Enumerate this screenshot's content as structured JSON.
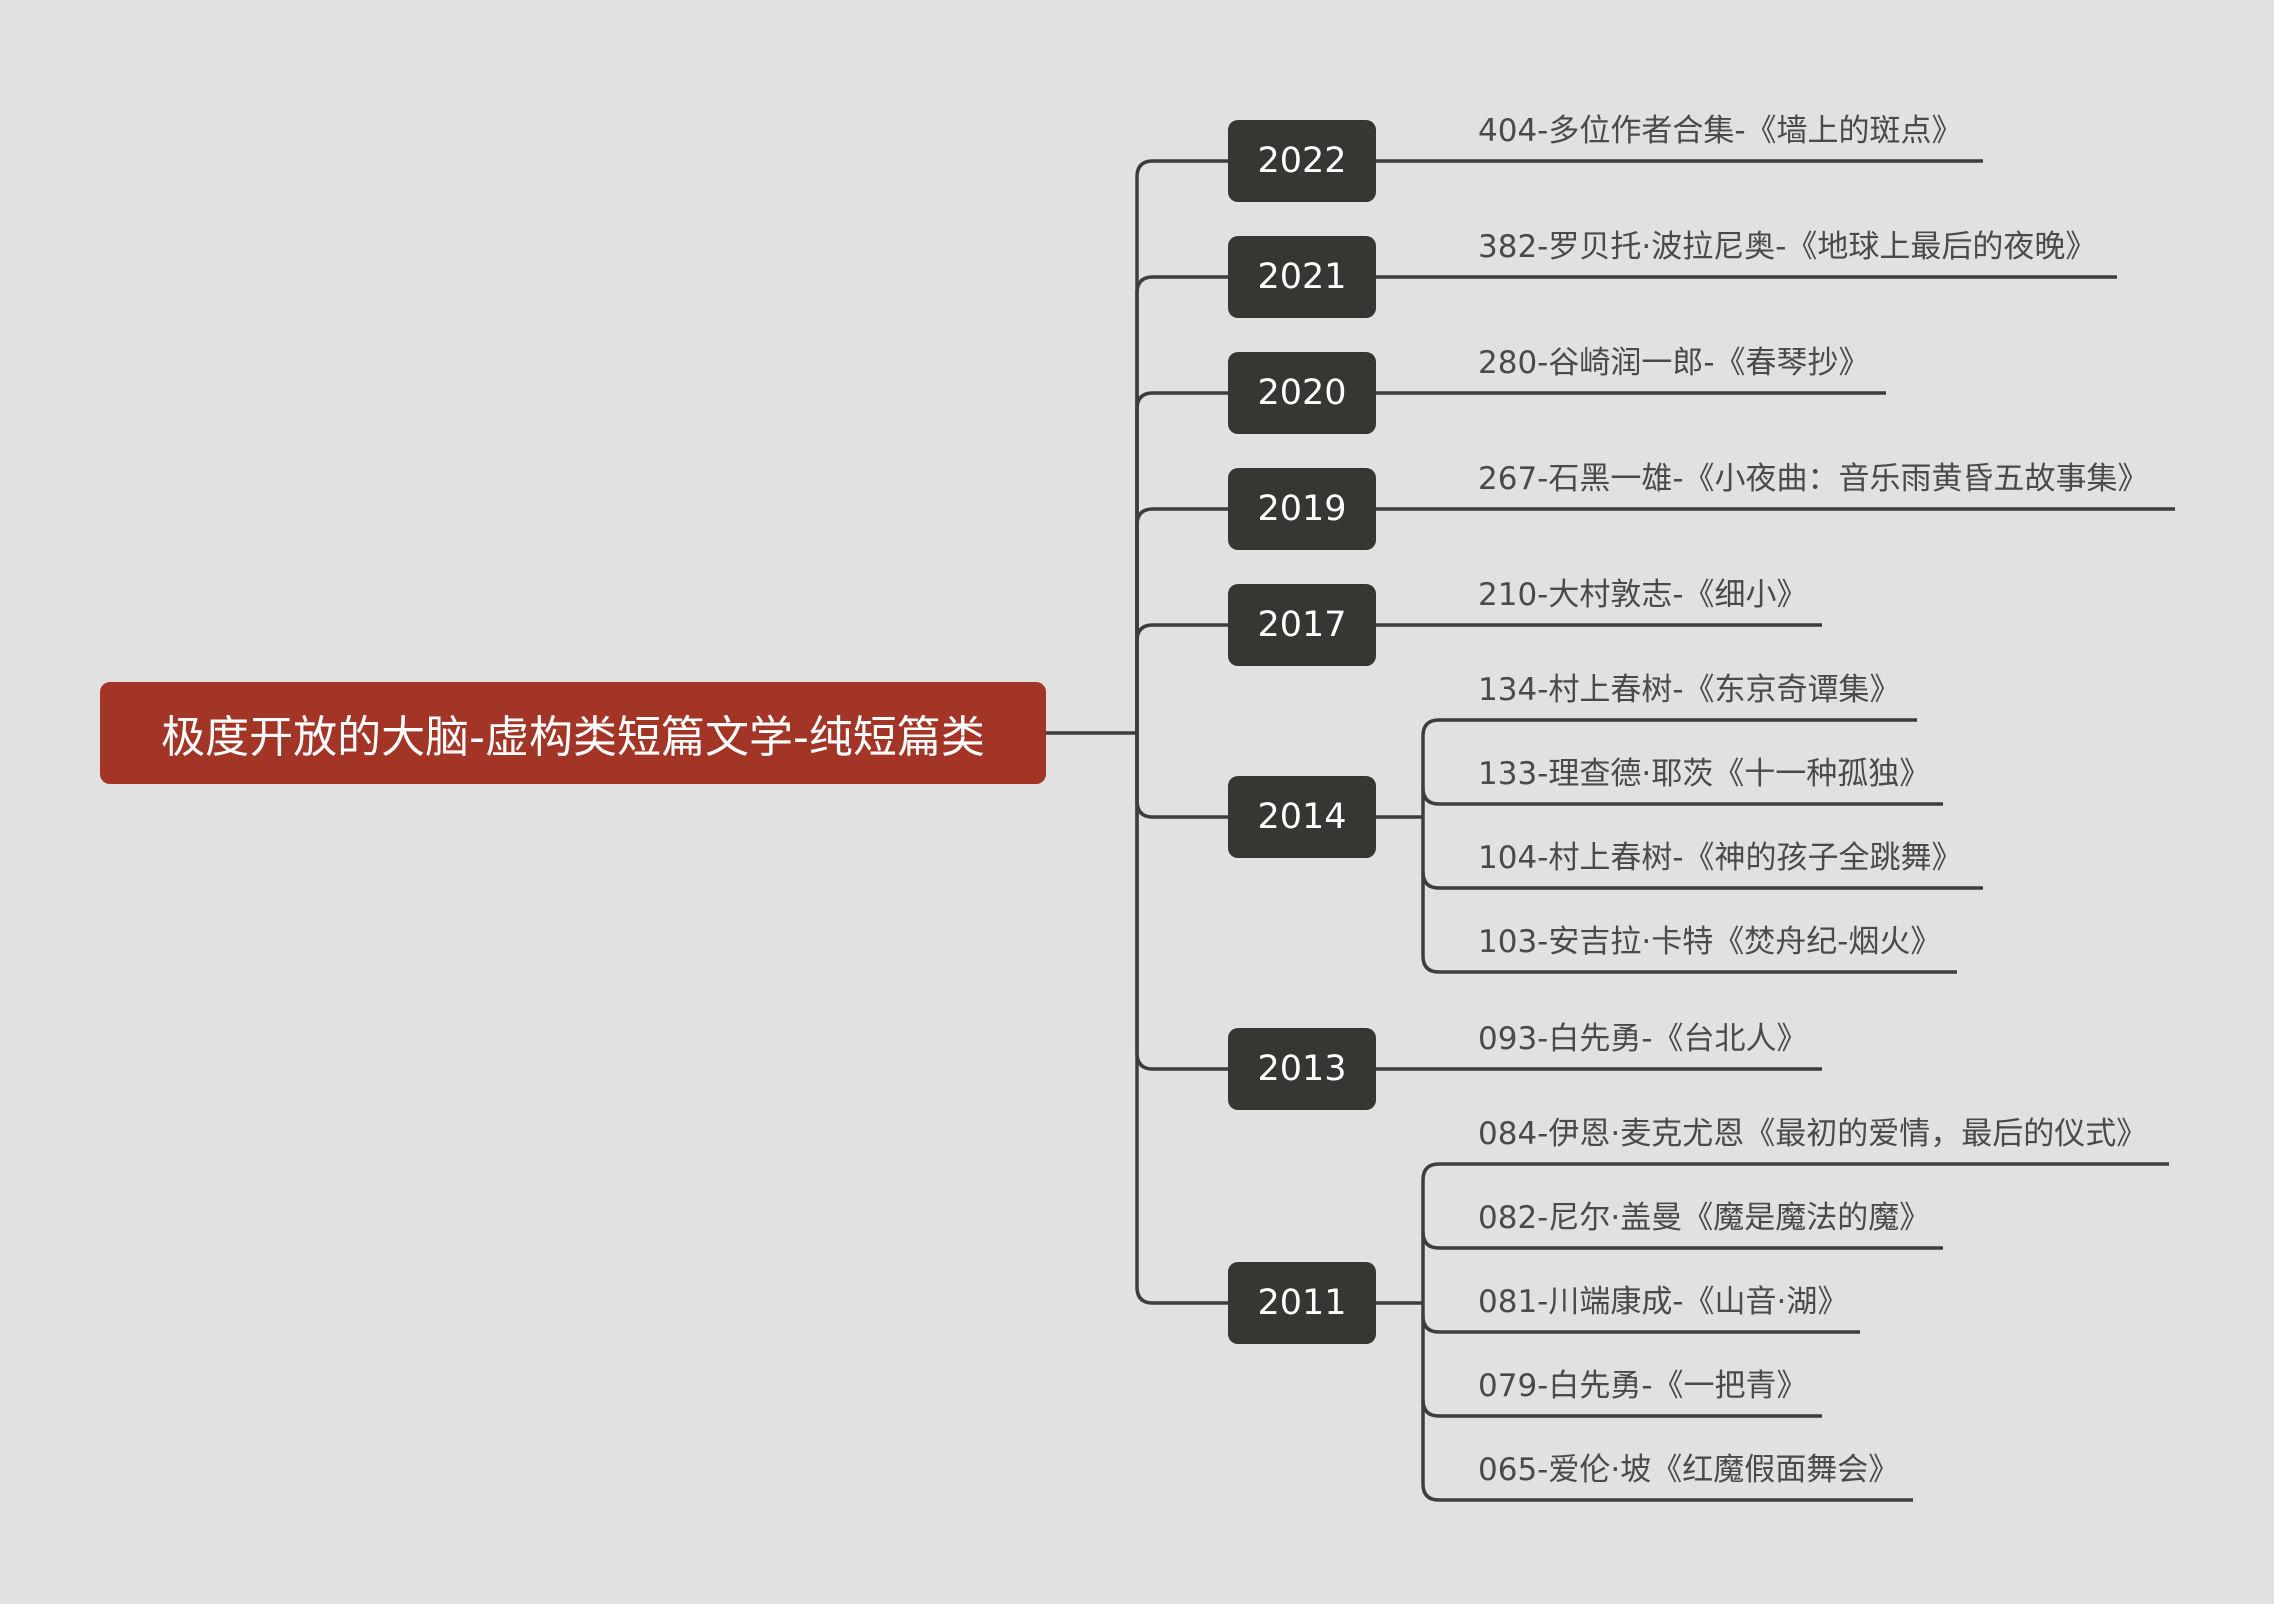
{
  "root": {
    "label": "极度开放的大脑-虚构类短篇文学-纯短篇类"
  },
  "years": [
    {
      "year": "2022",
      "items": [
        "404-多位作者合集-《墙上的斑点》"
      ]
    },
    {
      "year": "2021",
      "items": [
        "382-罗贝托·波拉尼奥-《地球上最后的夜晚》"
      ]
    },
    {
      "year": "2020",
      "items": [
        "280-谷崎润一郎-《春琴抄》"
      ]
    },
    {
      "year": "2019",
      "items": [
        "267-石黑一雄-《小夜曲：音乐雨黄昏五故事集》"
      ]
    },
    {
      "year": "2017",
      "items": [
        "210-大村敦志-《细小》"
      ]
    },
    {
      "year": "2014",
      "items": [
        "134-村上春树-《东京奇谭集》",
        "133-理查德·耶茨《十一种孤独》",
        "104-村上春树-《神的孩子全跳舞》",
        "103-安吉拉·卡特《焚舟纪-烟火》"
      ]
    },
    {
      "year": "2013",
      "items": [
        "093-白先勇-《台北人》"
      ]
    },
    {
      "year": "2011",
      "items": [
        "084-伊恩·麦克尤恩《最初的爱情，最后的仪式》",
        "082-尼尔·盖曼《魔是魔法的魔》",
        "081-川端康成-《山音·湖》",
        "079-白先勇-《一把青》",
        "065-爱伦·坡《红魔假面舞会》"
      ]
    }
  ],
  "colors": {
    "background": "#e1e1e1",
    "root": "#a33526",
    "year_node": "#363632",
    "line": "#3d3d3d",
    "leaf_text": "#4a4a4a"
  }
}
